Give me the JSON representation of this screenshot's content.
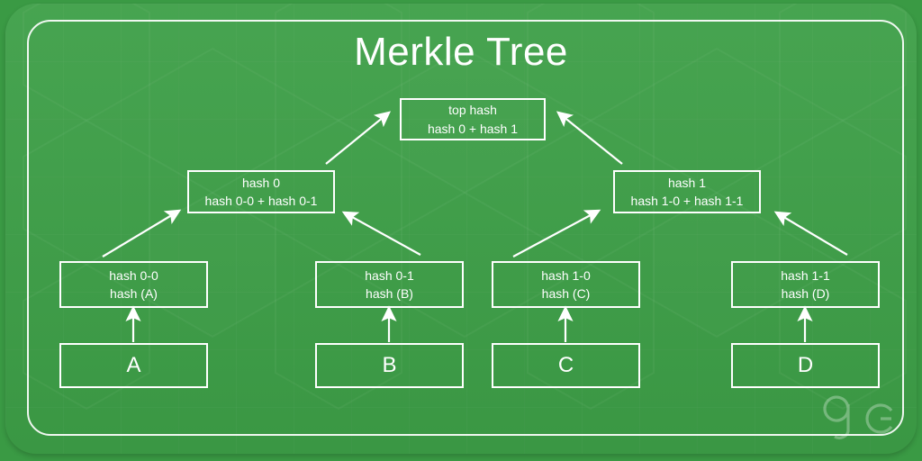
{
  "diagram": {
    "title": "Merkle Tree",
    "type": "tree-diagram",
    "colors": {
      "background_green": "#3d9f47",
      "box_border": "#ffffff",
      "text": "#ffffff",
      "arrow": "#ffffff"
    },
    "watermark_label": "geeksforgeeks-logo"
  },
  "nodes": {
    "root": {
      "line1": "top hash",
      "line2": "hash 0 + hash 1"
    },
    "branch_left": {
      "line1": "hash 0",
      "line2": "hash 0-0 + hash 0-1"
    },
    "branch_right": {
      "line1": "hash 1",
      "line2": "hash 1-0 + hash 1-1"
    },
    "leaf_hashes": [
      {
        "line1": "hash 0-0",
        "line2": "hash (A)"
      },
      {
        "line1": "hash 0-1",
        "line2": "hash (B)"
      },
      {
        "line1": "hash 1-0",
        "line2": "hash (C)"
      },
      {
        "line1": "hash 1-1",
        "line2": "hash (D)"
      }
    ],
    "data_blocks": [
      {
        "label": "A"
      },
      {
        "label": "B"
      },
      {
        "label": "C"
      },
      {
        "label": "D"
      }
    ]
  },
  "edges": [
    {
      "name": "hash0-to-top",
      "from": "branch_left",
      "to": "root",
      "direction": "up-right"
    },
    {
      "name": "hash1-to-top",
      "from": "branch_right",
      "to": "root",
      "direction": "up-left"
    },
    {
      "name": "hash00-to-hash0",
      "from": "leaf_hash_0",
      "to": "branch_left",
      "direction": "up-right"
    },
    {
      "name": "hash01-to-hash0",
      "from": "leaf_hash_1",
      "to": "branch_left",
      "direction": "up-left"
    },
    {
      "name": "hash10-to-hash1",
      "from": "leaf_hash_2",
      "to": "branch_right",
      "direction": "up-right"
    },
    {
      "name": "hash11-to-hash1",
      "from": "leaf_hash_3",
      "to": "branch_right",
      "direction": "up-left"
    },
    {
      "name": "A-to-hash00",
      "from": "data_block_0",
      "to": "leaf_hash_0",
      "direction": "up"
    },
    {
      "name": "B-to-hash01",
      "from": "data_block_1",
      "to": "leaf_hash_1",
      "direction": "up"
    },
    {
      "name": "C-to-hash10",
      "from": "data_block_2",
      "to": "leaf_hash_2",
      "direction": "up"
    },
    {
      "name": "D-to-hash11",
      "from": "data_block_3",
      "to": "leaf_hash_3",
      "direction": "up"
    }
  ]
}
